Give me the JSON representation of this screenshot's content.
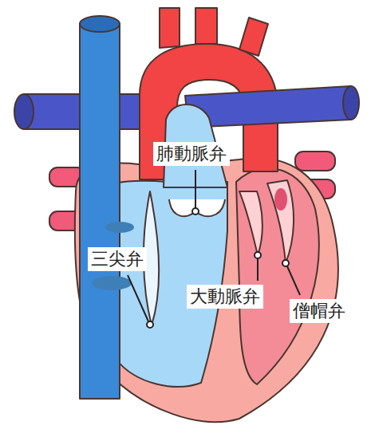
{
  "diagram": {
    "labels": [
      "肺動脈弁",
      "三尖弁",
      "大動脈弁",
      "僧帽弁"
    ]
  }
}
